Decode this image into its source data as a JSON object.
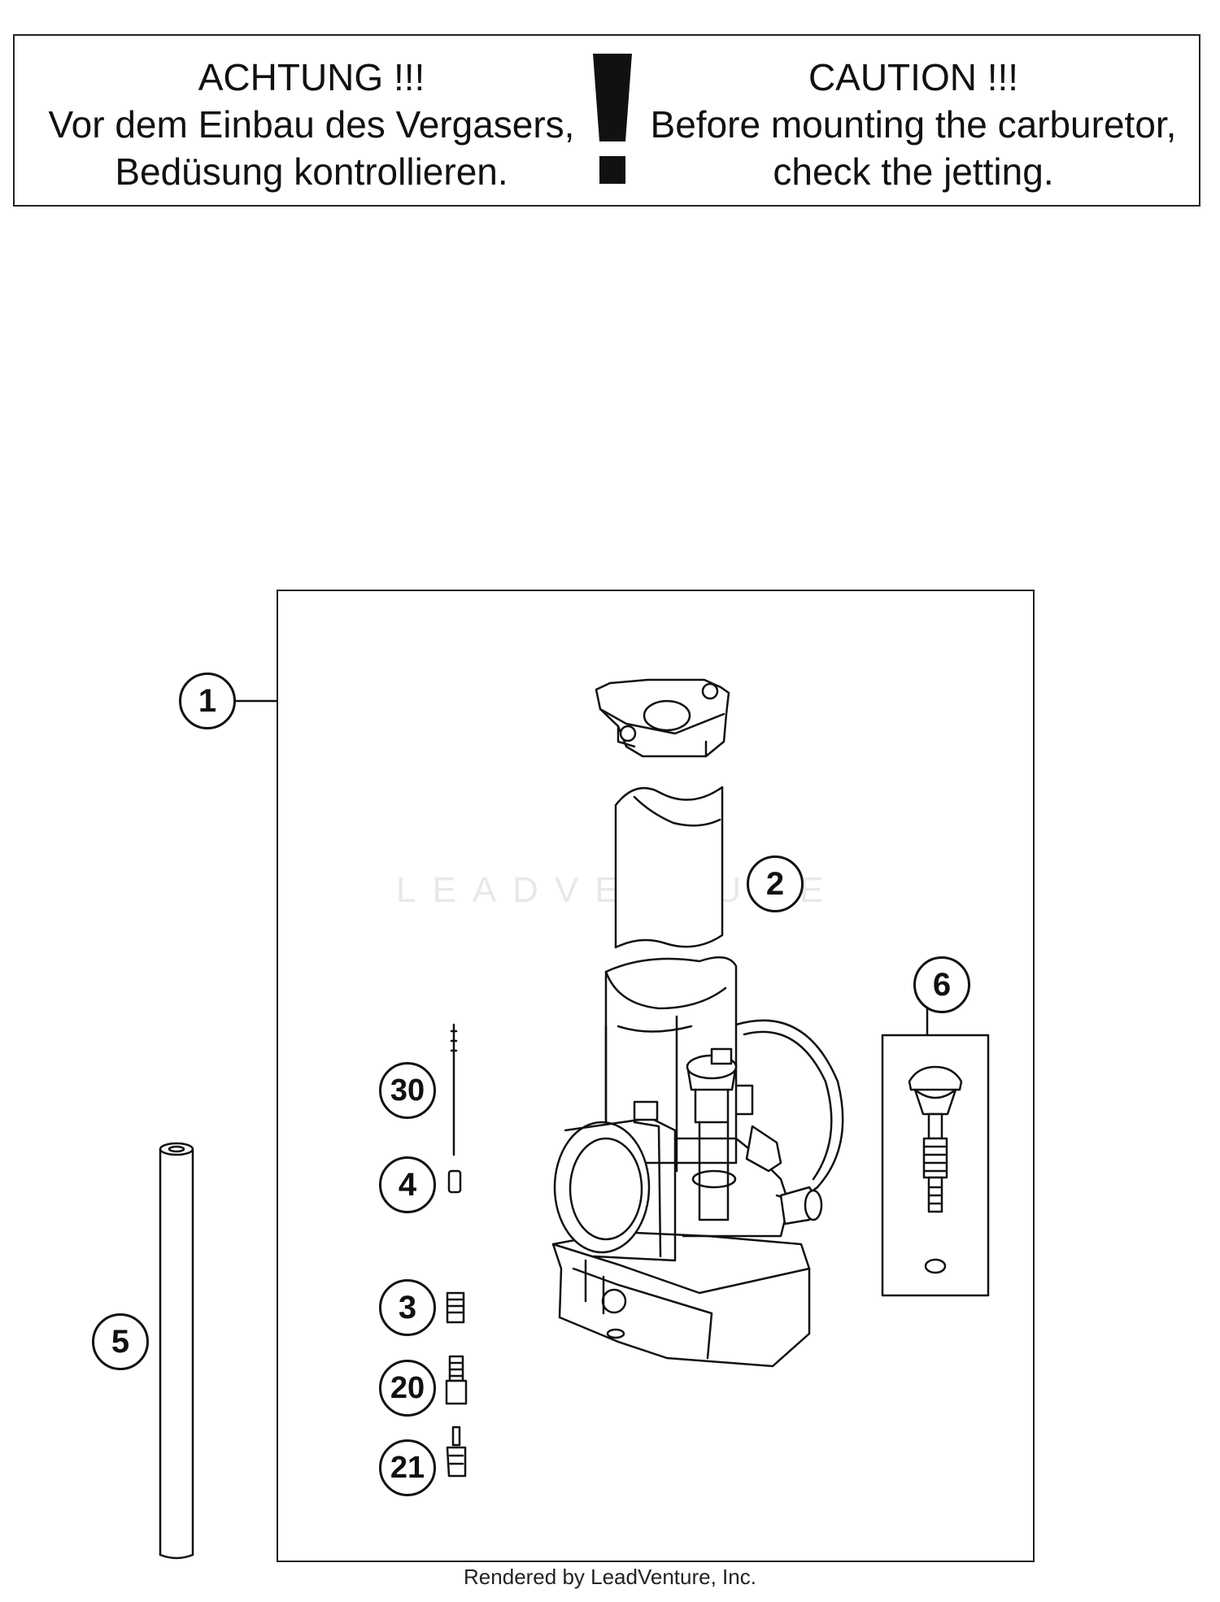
{
  "caution": {
    "de_title": "ACHTUNG !!!",
    "de_line1": "Vor dem Einbau des Vergasers,",
    "de_line2": "Bedüsung kontrollieren.",
    "en_title": "CAUTION !!!",
    "en_line1": "Before mounting the carburetor,",
    "en_line2": "check the jetting."
  },
  "watermark": "LEADVENTURE",
  "callouts": {
    "c1": "1",
    "c2": "2",
    "c3": "3",
    "c4": "4",
    "c5": "5",
    "c6": "6",
    "c20": "20",
    "c21": "21",
    "c30": "30"
  },
  "credit": "Rendered by LeadVenture, Inc."
}
